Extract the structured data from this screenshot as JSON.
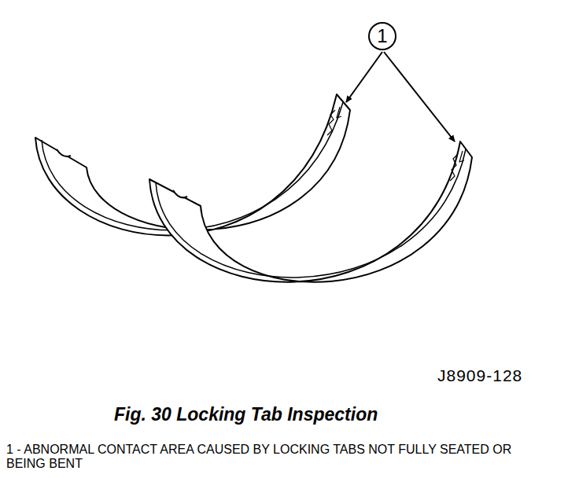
{
  "diagram": {
    "caption": "Fig. 30 Locking Tab Inspection",
    "nodes": [
      {
        "text": [
          "1"
        ]
      }
    ],
    "labels": [
      "J8909-128",
      "1 - ABNORMAL CONTACT AREA CAUSED BY LOCKING TABS NOT FULLY SEATED OR BEING BENT"
    ]
  }
}
